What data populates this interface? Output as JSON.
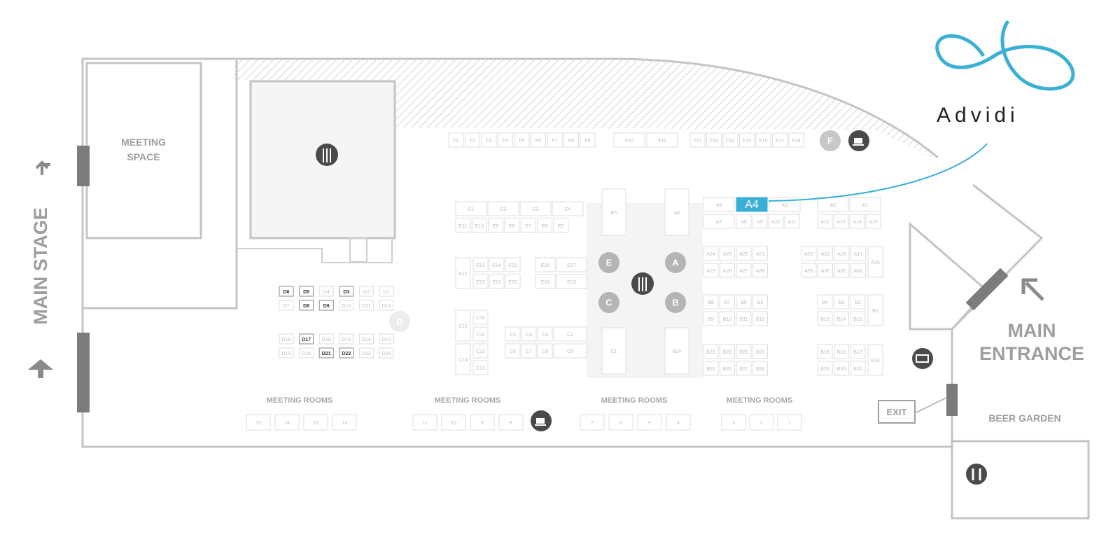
{
  "brand": {
    "name": "Advidi",
    "accent": "#3ab0d6"
  },
  "labels": {
    "main_stage": "MAIN STAGE",
    "meeting_space_1": "MEETING",
    "meeting_space_2": "SPACE",
    "main_entrance_1": "MAIN",
    "main_entrance_2": "ENTRANCE",
    "beer_garden": "BEER GARDEN",
    "exit": "EXIT",
    "meeting_rooms": "MEETING ROOMS"
  },
  "highlighted_booth": "A4",
  "zones": [
    "A",
    "B",
    "C",
    "D",
    "E",
    "F"
  ],
  "meeting_rooms": [
    "13",
    "14",
    "13",
    "12",
    "11",
    "10",
    "9",
    "8",
    "7",
    "6",
    "5",
    "4",
    "3",
    "2",
    "1"
  ],
  "booths": {
    "f_row": [
      "F1",
      "F2",
      "F3",
      "F4",
      "F5",
      "F6",
      "F7",
      "F8",
      "F9",
      "F10",
      "F11",
      "F12",
      "F13",
      "F14",
      "F15",
      "F16",
      "F17",
      "F18"
    ],
    "e_top": [
      "E1",
      "E2",
      "E3",
      "E4",
      "E11",
      "E10",
      "E9",
      "E8",
      "E7",
      "E6",
      "E5"
    ],
    "e_mid": [
      "E12",
      "E13",
      "E14",
      "E15",
      "E16",
      "E17",
      "E22",
      "E21",
      "E20",
      "E18",
      "E19"
    ],
    "a_block": [
      "A5",
      "A4",
      "A3",
      "A2",
      "A1",
      "A7",
      "A8",
      "A9",
      "A10",
      "A11",
      "A12",
      "A13",
      "A14",
      "A15",
      "A6",
      "A16"
    ],
    "a_mid": [
      "A24",
      "A23",
      "A22",
      "A21",
      "A25",
      "A26",
      "A27",
      "A28",
      "A20",
      "A19",
      "A18",
      "A17",
      "A29",
      "A30",
      "A31",
      "A32"
    ],
    "b_block": [
      "B8",
      "B7",
      "B6",
      "B5",
      "B9",
      "B10",
      "B11",
      "B12",
      "B4",
      "B3",
      "B2",
      "B13",
      "B14",
      "B15",
      "B1"
    ],
    "b_low": [
      "B23",
      "B22",
      "B21",
      "B20",
      "B25",
      "B26",
      "B27",
      "B28",
      "B19",
      "B18",
      "B17",
      "B29",
      "B30",
      "B31",
      "B16",
      "B24"
    ],
    "c_block": [
      "C16",
      "C15",
      "C11",
      "C12",
      "C13",
      "C14",
      "C5",
      "C4",
      "C3",
      "C2",
      "C6",
      "C7",
      "C8",
      "C9",
      "C1"
    ],
    "d_block": [
      "D6",
      "D5",
      "D4",
      "D3",
      "D2",
      "D1",
      "D7",
      "D8",
      "D9",
      "D10",
      "D11",
      "D12",
      "D18",
      "D17",
      "D16",
      "D15",
      "D14",
      "D13",
      "D19",
      "D20",
      "D21",
      "D22",
      "D23",
      "D24"
    ],
    "d_dark": [
      "D6",
      "D5",
      "D3",
      "D8",
      "D9",
      "D17",
      "D21",
      "D22"
    ]
  },
  "icons": [
    "restaurant-icon",
    "coffee-icon",
    "restroom-icon",
    "battery-icon",
    "arrow-up-icon",
    "arrow-turn-icon",
    "arrow-diagonal-icon",
    "infinity-logo-icon"
  ]
}
